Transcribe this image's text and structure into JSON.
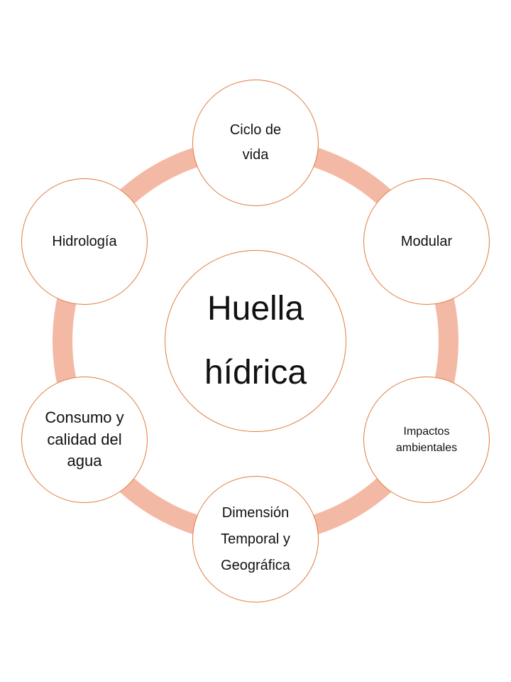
{
  "diagram": {
    "center": {
      "label": "Huella\nhídrica"
    },
    "nodes": [
      {
        "label": "Ciclo de\nvida"
      },
      {
        "label": "Modular"
      },
      {
        "label": "Impactos\nambientales"
      },
      {
        "label": "Dimensión\nTemporal y\nGeográfica"
      },
      {
        "label": "Consumo y\ncalidad del\nagua"
      },
      {
        "label": "Hidrología"
      }
    ],
    "colors": {
      "ring": "#f4b9a4",
      "node_border": "#e07b3c",
      "node_fill": "#ffffff",
      "text": "#111111"
    }
  }
}
